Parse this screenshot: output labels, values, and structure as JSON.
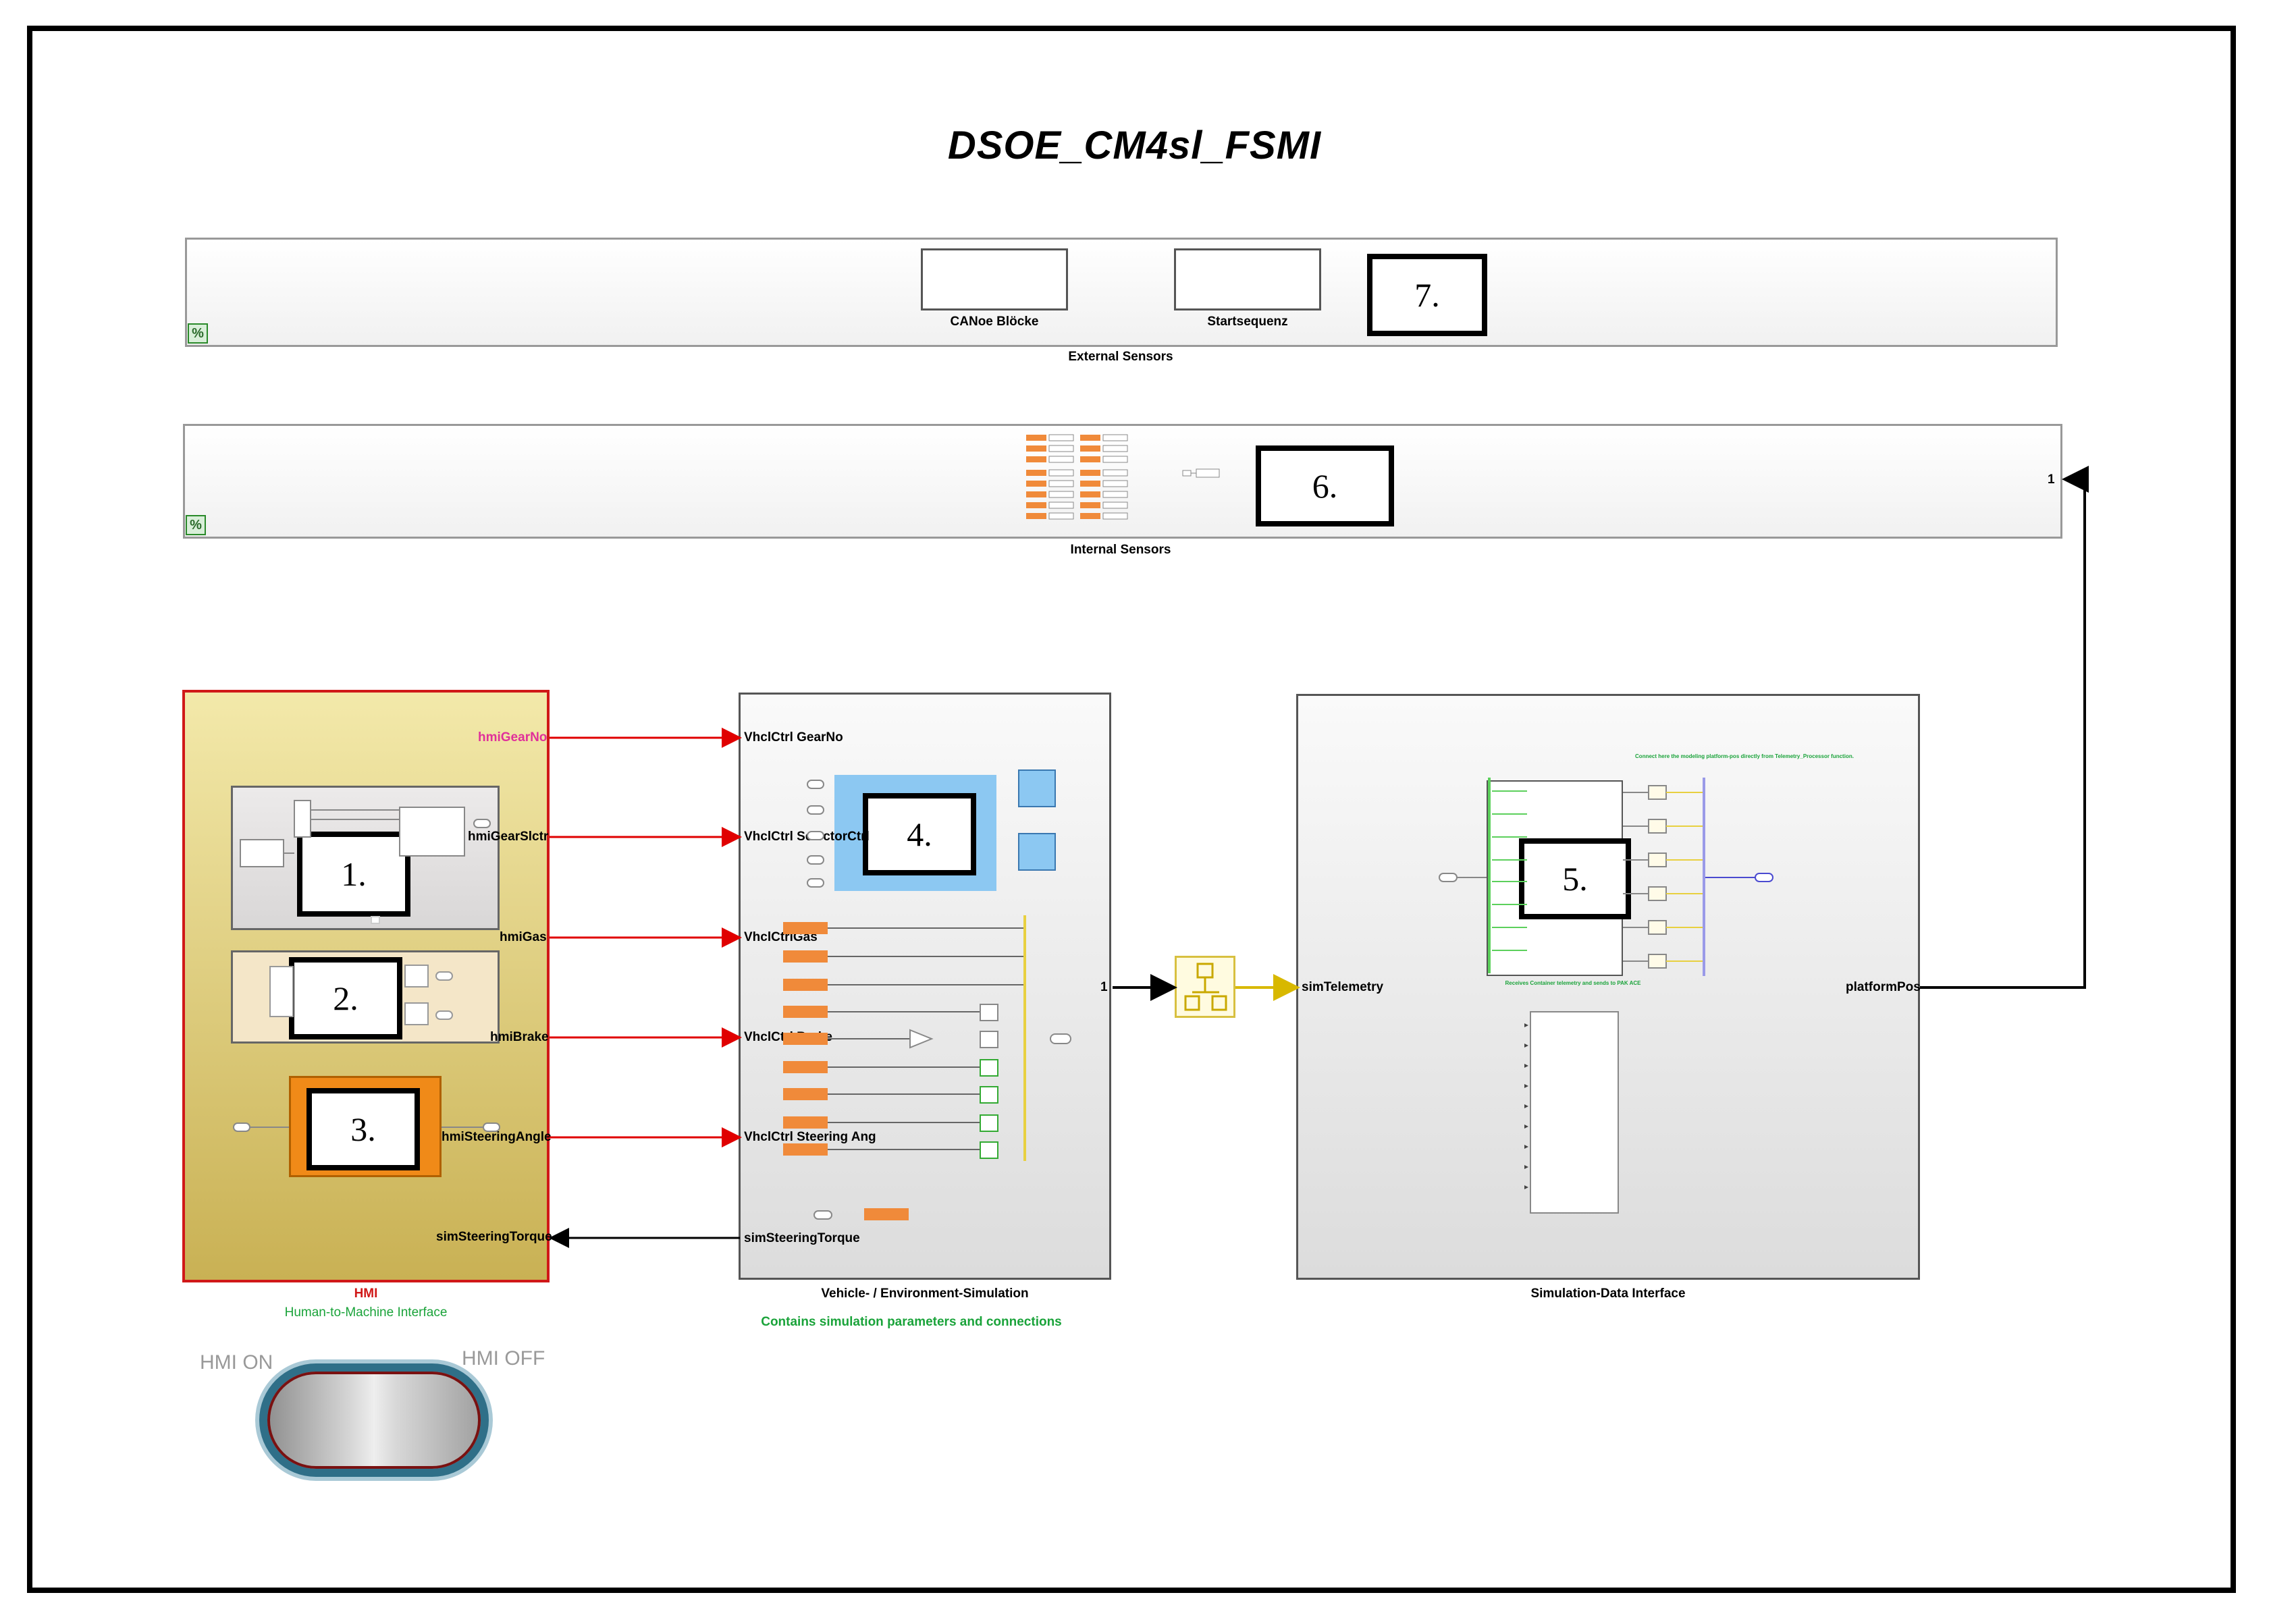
{
  "title": "DSOE_CM4sl_FSMI",
  "external_sensors": {
    "label": "External Sensors",
    "blocks": [
      {
        "label": "CANoe Blöcke"
      },
      {
        "label": "Startsequenz"
      }
    ],
    "number": "7.",
    "pct_icon": "%"
  },
  "internal_sensors": {
    "label": "Internal Sensors",
    "number": "6.",
    "port_label": "1",
    "pct_icon": "%"
  },
  "hmi": {
    "title": "HMI",
    "subtitle": "Human-to-Machine Interface",
    "outputs": [
      "hmiGearNo",
      "hmiGearSlctr",
      "hmiGas",
      "hmiBrake",
      "hmiSteeringAngle"
    ],
    "input": "simSteeringTorque",
    "numbers": [
      "1.",
      "2.",
      "3."
    ],
    "colors": {
      "border": "#d01818",
      "gearno_label": "#e0309a",
      "subtitle": "#1aa33a"
    }
  },
  "vehicle_sim": {
    "title": "Vehicle- / Environment-Simulation",
    "note": "Contains simulation parameters and connections",
    "inputs": [
      "VhclCtrl GearNo",
      "VhclCtrl SelectorCtrl",
      "VhclCtrlGas",
      "VhclCtrl Brake",
      "VhclCtrl Steering Ang"
    ],
    "output_steering": "simSteeringTorque",
    "output_port": "1",
    "number": "4."
  },
  "sim_data": {
    "title": "Simulation-Data Interface",
    "input": "simTelemetry",
    "output": "platformPos",
    "number": "5.",
    "note_top": "Connect here the modeling platform-pos directly from Telemetry_Processor function.",
    "note_mid": "Receives Container telemetry and sends to PAK ACE"
  },
  "toggle": {
    "on_label": "HMI ON",
    "off_label": "HMI OFF"
  }
}
